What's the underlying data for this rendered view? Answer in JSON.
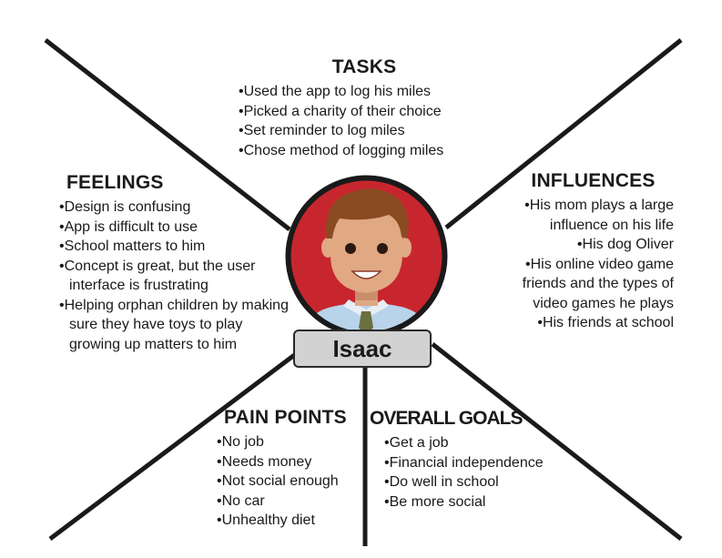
{
  "tasks": {
    "heading": "TASKS",
    "items": [
      "Used the app to log his miles",
      "Picked a charity of their choice",
      "Set reminder to log miles",
      "Chose method of logging miles"
    ]
  },
  "feelings": {
    "heading": "FEELINGS",
    "items": [
      "Design is confusing",
      "App is difficult to use",
      "School matters to him",
      "Concept is great, but the user interface is frustrating",
      "Helping orphan children by making sure they have toys to play growing up matters to him"
    ]
  },
  "influences": {
    "heading": "INFLUENCES",
    "items": [
      "His mom plays a large influence on his life",
      "His dog Oliver",
      "His online video game friends and the types of video games he plays",
      "His friends at school"
    ]
  },
  "pain_points": {
    "heading": "PAIN POINTS",
    "items": [
      "No job",
      "Needs money",
      "Not social enough",
      "No car",
      "Unhealthy diet"
    ]
  },
  "overall_goals": {
    "heading": "OVERALL GOALS",
    "items": [
      "Get a job",
      "Financial independence",
      "Do well in school",
      "Be more social"
    ]
  },
  "persona": {
    "name": "Isaac",
    "ring_color": "#1a1a1a",
    "background_color": "#c8262e"
  },
  "colors": {
    "lines": "#1a1a1a",
    "nameplate": "#d2d2d2"
  }
}
